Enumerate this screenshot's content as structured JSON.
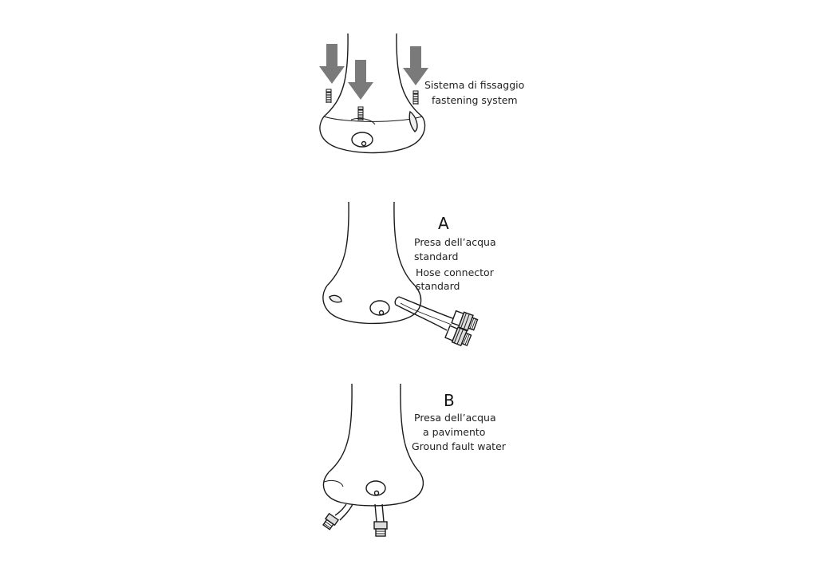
{
  "panel1": {
    "label_it": "Sistema di fissaggio",
    "label_en": "fastening system"
  },
  "panelA": {
    "letter": "A",
    "line1": "Presa dell’acqua",
    "line2": "standard",
    "line3": "Hose connector",
    "line4": "standard"
  },
  "panelB": {
    "letter": "B",
    "line1": "Presa dell’acqua",
    "line2": "a pavimento",
    "line3": "Ground fault water"
  },
  "colors": {
    "arrow": "#7a7a7a",
    "stroke": "#1a1a1a",
    "shade": "#d9d9d9"
  }
}
